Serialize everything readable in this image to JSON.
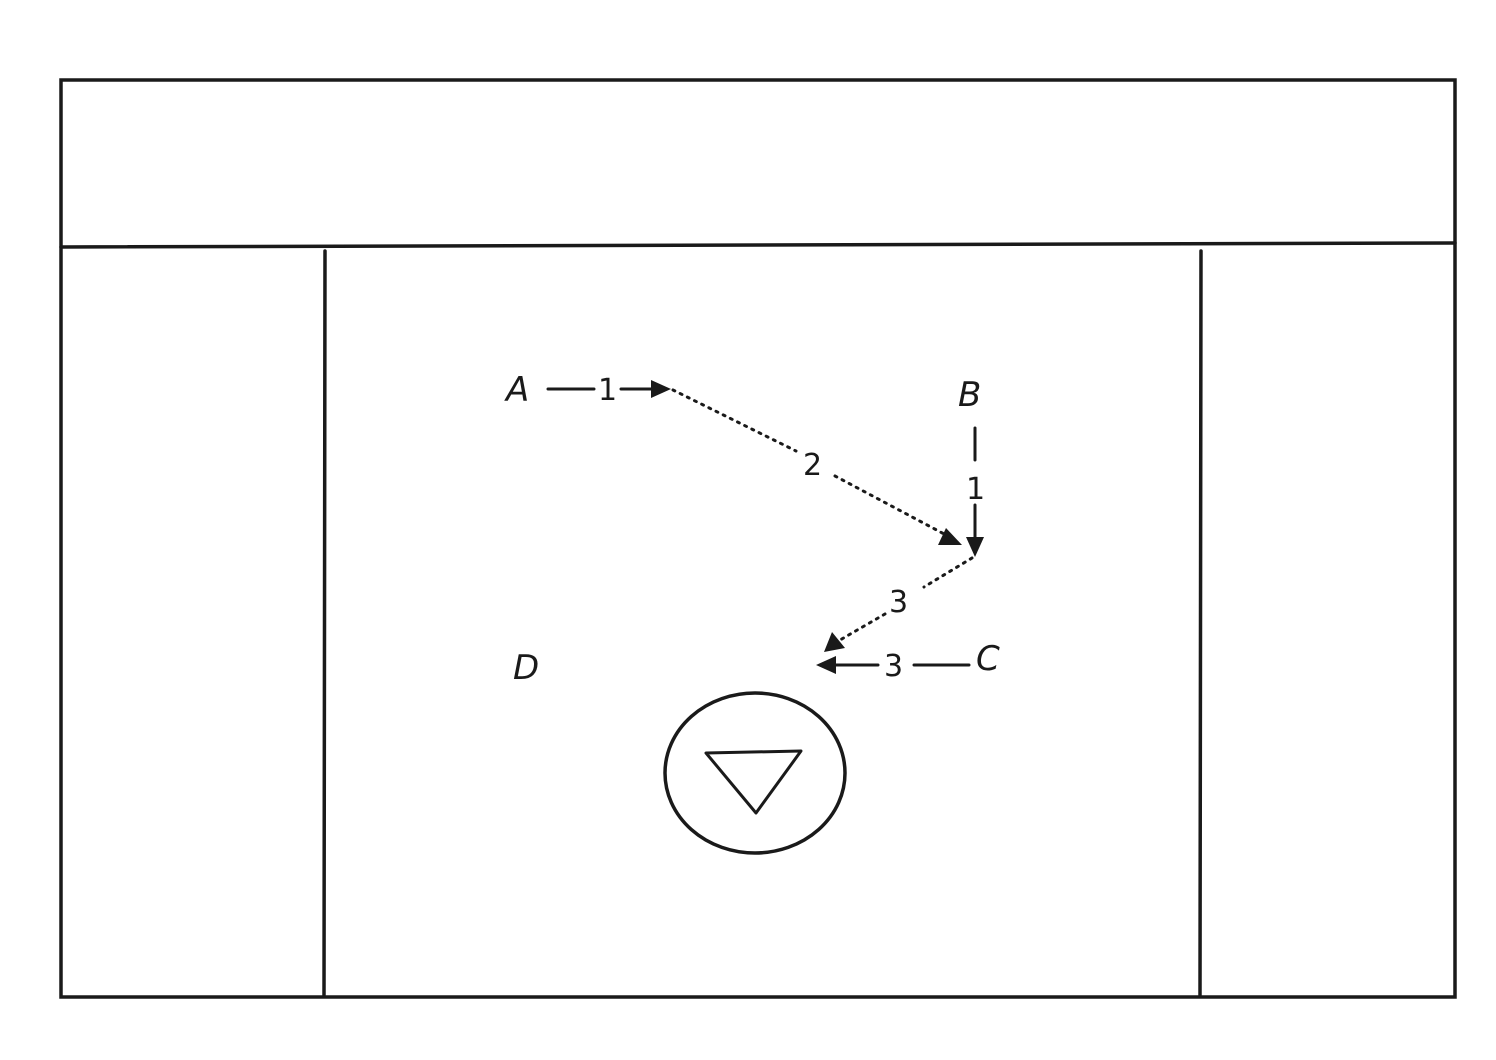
{
  "players": {
    "a": "A",
    "b": "B",
    "c": "C",
    "d": "D"
  },
  "steps": {
    "a_cut": "1",
    "b_cut": "1",
    "pass_a_to_b": "2",
    "pass_b_to_c": "3",
    "c_cut": "3"
  },
  "icons": {
    "goal": "goal-triangle-in-crease-icon"
  },
  "colors": {
    "ink": "#1a1a1a",
    "background": "#ffffff"
  }
}
